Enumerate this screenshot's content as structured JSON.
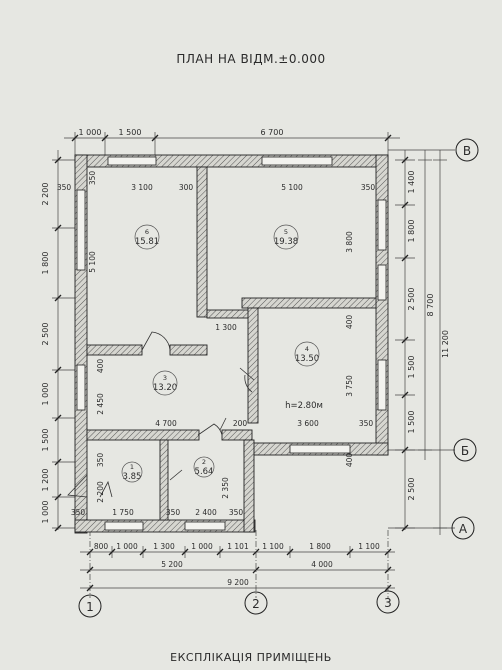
{
  "plan_title": "ПЛАН НА ВІДМ.±0.000",
  "explication_title": "ЕКСПЛІКАЦІЯ ПРИМІЩЕНЬ",
  "grid_axes": {
    "vertical": [
      "1",
      "2",
      "3"
    ],
    "horizontal": [
      "В",
      "Б",
      "А"
    ]
  },
  "rooms": [
    {
      "number": "6",
      "area": "15.81"
    },
    {
      "number": "5",
      "area": "19.38"
    },
    {
      "number": "4",
      "area": "13.50"
    },
    {
      "number": "3",
      "area": "13.20"
    },
    {
      "number": "1",
      "area": "3.85"
    },
    {
      "number": "2",
      "area": "5.64"
    }
  ],
  "ceiling_height": "h=2.80м",
  "dims_top": [
    "1 000",
    "1 500",
    "6 700"
  ],
  "dims_interior": {
    "top_row": [
      "350",
      "3 100",
      "300",
      "5 100",
      "350"
    ],
    "corridor": [
      "1 300"
    ],
    "mid_row": [
      "4 700",
      "200",
      "3 600",
      "350"
    ],
    "bottom_row": [
      "350",
      "1 750",
      "350",
      "2 400",
      "350"
    ],
    "vertical": [
      "350",
      "5 100",
      "3 800",
      "400",
      "400",
      "2 450",
      "3 750",
      "350",
      "2 200",
      "2 350",
      "400"
    ]
  },
  "dims_left": [
    "2 200",
    "1 800",
    "2 500",
    "1 000",
    "1 500",
    "1 200",
    "1 000"
  ],
  "dims_right_inner": [
    "1 400",
    "1 800",
    "2 500",
    "1 500",
    "1 500",
    "2 500"
  ],
  "dims_right_mid": [
    "8 700"
  ],
  "dims_right_outer": [
    "11 200"
  ],
  "dims_bottom_row1": [
    "800",
    "1 000",
    "1 300",
    "1 000",
    "1 101",
    "1 100",
    "1 800",
    "1 100"
  ],
  "dims_bottom_row2": [
    "5 200",
    "4 000"
  ],
  "dims_bottom_row3": [
    "9 200"
  ]
}
